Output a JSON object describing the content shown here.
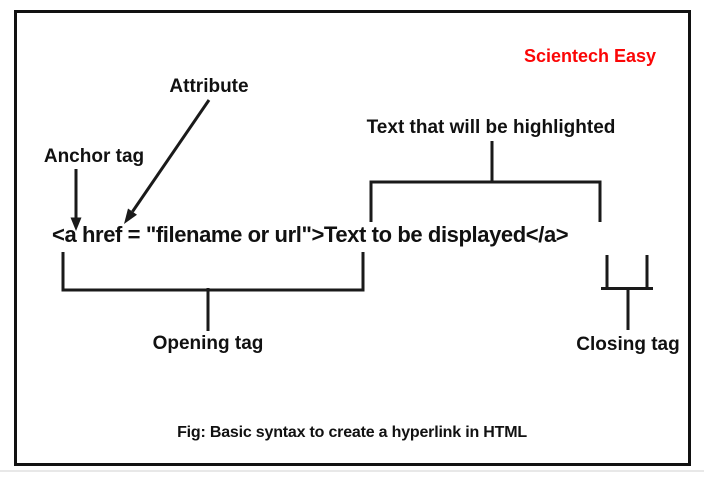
{
  "page": {
    "background": "#ffffff",
    "frame_border_color": "#111111",
    "bottom_rule_color": "#e8e8e8"
  },
  "brand": {
    "label": "Scientech Easy",
    "color": "#fb0606"
  },
  "diagram": {
    "line_color": "#1a1a1a",
    "code": "<a href = \"filename or url\">Text to be displayed</a>",
    "labels": {
      "attribute": "Attribute",
      "anchor_tag": "Anchor tag",
      "highlighted_text": "Text that will be highlighted",
      "opening_tag": "Opening tag",
      "closing_tag": "Closing tag"
    },
    "caption": "Fig: Basic syntax to create a hyperlink in HTML"
  }
}
